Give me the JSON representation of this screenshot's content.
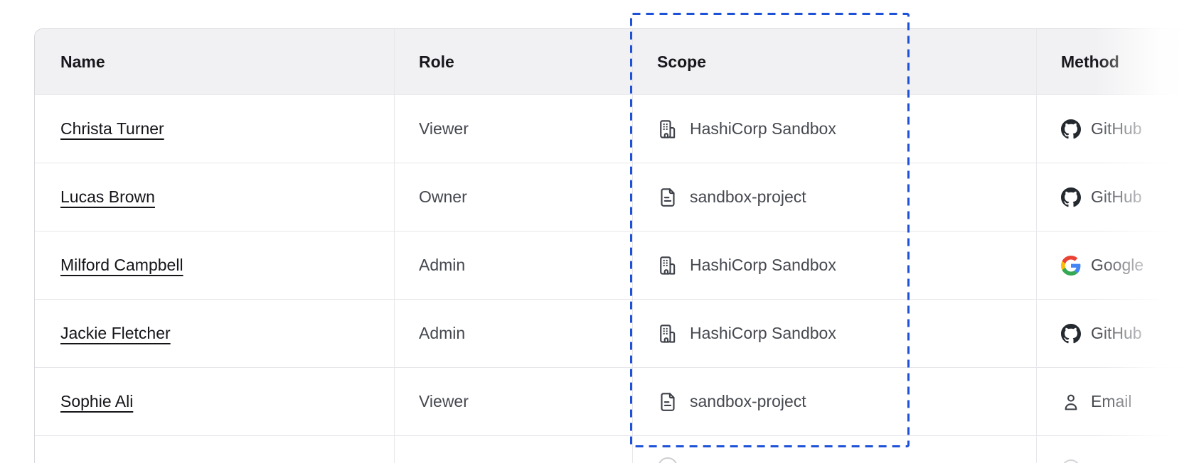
{
  "table": {
    "columns": [
      {
        "label": "Name"
      },
      {
        "label": "Role"
      },
      {
        "label": "Scope"
      },
      {
        "label": "Method"
      }
    ],
    "rows": [
      {
        "name": "Christa Turner",
        "role": "Viewer",
        "scope": {
          "label": "HashiCorp Sandbox",
          "icon": "building-icon"
        },
        "method": {
          "label": "GitHub",
          "icon": "github-icon"
        }
      },
      {
        "name": "Lucas Brown",
        "role": "Owner",
        "scope": {
          "label": "sandbox-project",
          "icon": "document-icon"
        },
        "method": {
          "label": "GitHub",
          "icon": "github-icon"
        }
      },
      {
        "name": "Milford Campbell",
        "role": "Admin",
        "scope": {
          "label": "HashiCorp Sandbox",
          "icon": "building-icon"
        },
        "method": {
          "label": "Google",
          "icon": "google-icon"
        }
      },
      {
        "name": "Jackie Fletcher",
        "role": "Admin",
        "scope": {
          "label": "HashiCorp Sandbox",
          "icon": "building-icon"
        },
        "method": {
          "label": "GitHub",
          "icon": "github-icon"
        }
      },
      {
        "name": "Sophie Ali",
        "role": "Viewer",
        "scope": {
          "label": "sandbox-project",
          "icon": "document-icon"
        },
        "method": {
          "label": "Email",
          "icon": "person-icon"
        }
      }
    ],
    "partial_sixth_row_visible": true
  },
  "annotation": {
    "type": "dashed-selection-box",
    "target": "scope-column",
    "color": "#1d51d8"
  },
  "colors": {
    "header_bg": "#f1f1f3",
    "row_border": "#e7e7eb",
    "outer_border": "#d7d7dc",
    "text_primary": "#17171c",
    "text_secondary": "#45484f",
    "icon_gray": "#3d4048",
    "annotation_blue": "#1d51d8",
    "github_dark": "#24292f",
    "google_blue": "#4285F4",
    "google_red": "#EA4335",
    "google_yellow": "#FBBC05",
    "google_green": "#34A853"
  }
}
